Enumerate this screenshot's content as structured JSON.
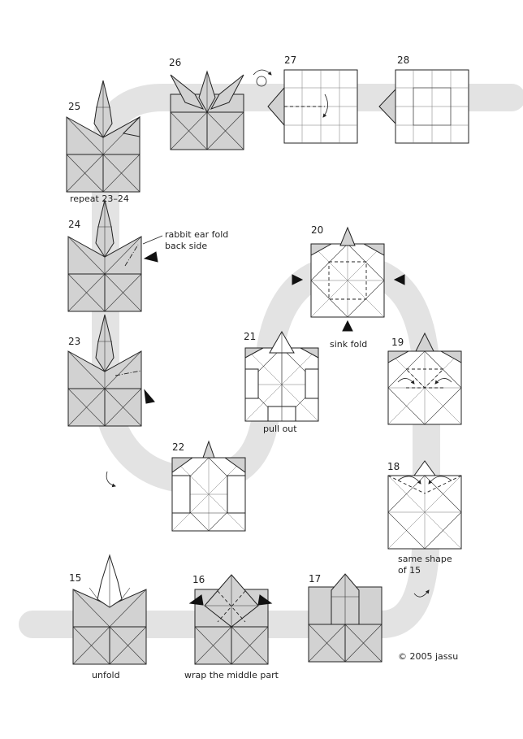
{
  "steps": {
    "s15": {
      "number": "15",
      "caption": "unfold"
    },
    "s16": {
      "number": "16",
      "caption": "wrap the middle part"
    },
    "s17": {
      "number": "17"
    },
    "s18": {
      "number": "18",
      "caption_line1": "same shape",
      "caption_line2": "of 15"
    },
    "s19": {
      "number": "19"
    },
    "s20": {
      "number": "20",
      "caption": "sink fold"
    },
    "s21": {
      "number": "21",
      "caption": "pull out"
    },
    "s22": {
      "number": "22"
    },
    "s23": {
      "number": "23"
    },
    "s24": {
      "number": "24",
      "note_line1": "rabbit ear fold",
      "note_line2": "back side"
    },
    "s25": {
      "number": "25",
      "caption": "repeat 23–24"
    },
    "s26": {
      "number": "26"
    },
    "s27": {
      "number": "27"
    },
    "s28": {
      "number": "28"
    }
  },
  "copyright": "© 2005 jassu",
  "colors": {
    "paper_gray": "#d2d2d2",
    "path_band": "#e3e3e3",
    "line": "#222222"
  }
}
